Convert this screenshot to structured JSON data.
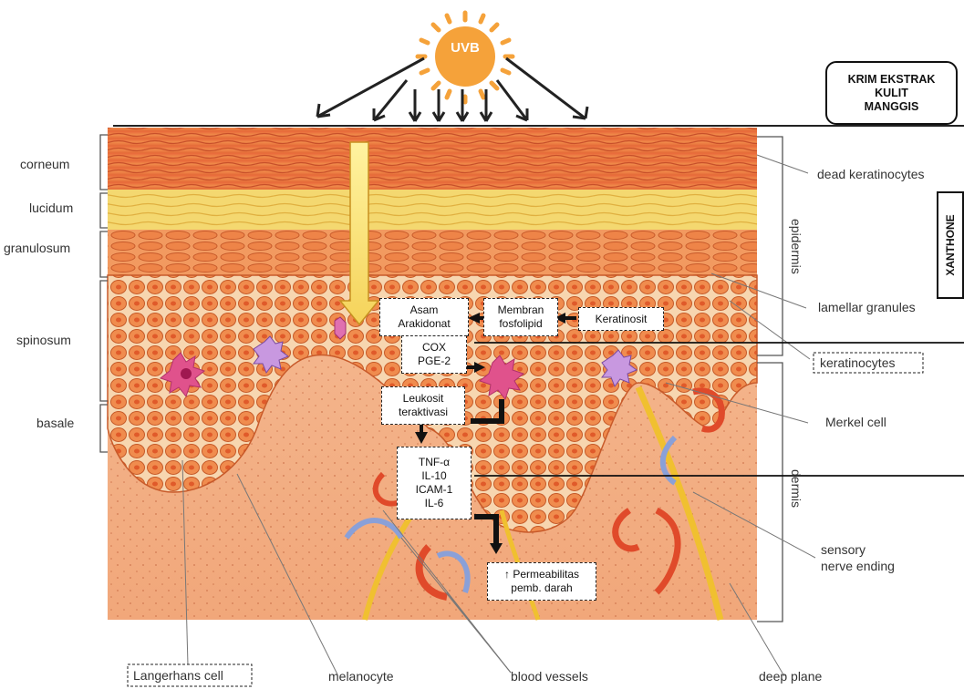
{
  "sun": {
    "label": "UVB"
  },
  "extract": {
    "title_lines": [
      "KRIM EKSTRAK",
      "KULIT",
      "MANGGIS"
    ],
    "compound": "XANTHONE"
  },
  "skin_layers": {
    "corneum": "corneum",
    "lucidum": "lucidum",
    "granulosum": "granulosum",
    "spinosum": "spinosum",
    "basale": "basale"
  },
  "right_labels": {
    "dead_keratinocytes": "dead keratinocytes",
    "epidermis": "epidermis",
    "lamellar_granules": "lamellar granules",
    "keratinocytes": "keratinocytes",
    "merkel_cell": "Merkel cell",
    "dermis": "dermis",
    "sensory_nerve_ending": [
      "sensory",
      "nerve ending"
    ]
  },
  "bottom_labels": {
    "langerhans_cell": "Langerhans cell",
    "melanocyte": "melanocyte",
    "blood_vessels": "blood vessels",
    "deep_plane": "deep plane"
  },
  "pathway": {
    "keratinosit": "Keratinosit",
    "membran_fosfolipid": [
      "Membran",
      "fosfolipid"
    ],
    "asam_arakidonat": [
      "Asam",
      "Arakidonat"
    ],
    "cox_pge2": [
      "COX",
      "PGE-2"
    ],
    "leukosit": [
      "Leukosit",
      "teraktivasi"
    ],
    "cytokines": [
      "TNF-α",
      "IL-10",
      "ICAM-1",
      "IL-6"
    ],
    "permeabilitas": [
      "↑ Permeabilitas",
      "pemb. darah"
    ]
  },
  "colors": {
    "sun": "#f5a23a",
    "corneum": "#e06a3a",
    "lucidum": "#f3d86a",
    "epidermis": "#e98a52",
    "dermis": "#f3b48c",
    "langerhans": "#e0528c",
    "vessel_red": "#e04a2a",
    "vessel_blue": "#8aa0d8",
    "nerve": "#f0c030"
  }
}
